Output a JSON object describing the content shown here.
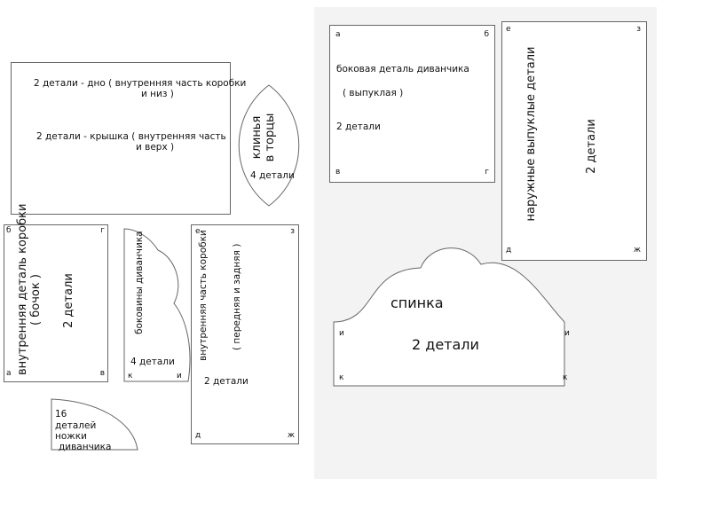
{
  "bottom_piece": {
    "line1": "2 детали  -  дно ( внутренняя часть коробки",
    "line2": "и низ )",
    "line3": "2 детали   -  крышка ( внутренняя часть",
    "line4": "и верх )"
  },
  "wedge": {
    "title_line1": "клинья",
    "title_line2": "в торцы",
    "count": "4 детали"
  },
  "inner_side": {
    "corner_tl": "б",
    "corner_tr": "г",
    "corner_bl": "а",
    "corner_br": "в",
    "title_line1": "внутренняя деталь коробки",
    "title_line2": "( бочок )",
    "count": "2 детали"
  },
  "sidewall": {
    "title": "боковины диванчика",
    "count": "4 детали",
    "corner_bl": "к",
    "corner_br": "и"
  },
  "inner_front": {
    "corner_tl": "е",
    "corner_tr": "з",
    "corner_bl": "д",
    "corner_br": "ж",
    "title": "внутренняя часть коробки",
    "subtitle": "( передняя и задняя )",
    "count": "2 детали"
  },
  "legs": {
    "line1": "16",
    "line2": "деталей",
    "line3": "ножки",
    "line4": "диванчика"
  },
  "side_convex": {
    "corner_tl": "а",
    "corner_tr": "б",
    "corner_bl": "в",
    "corner_br": "г",
    "title": "боковая деталь диванчика",
    "subtitle": "( выпуклая     )",
    "count": "2     детали"
  },
  "outer_convex": {
    "corner_tl": "е",
    "corner_tr": "з",
    "corner_bl": "д",
    "corner_br": "ж",
    "title": "наружные выпуклые детали",
    "count": "2 детали"
  },
  "back": {
    "title": "спинка",
    "count": "2  детали",
    "corner_ml": "и",
    "corner_mr": "и",
    "corner_bl": "к",
    "corner_br": "к"
  }
}
